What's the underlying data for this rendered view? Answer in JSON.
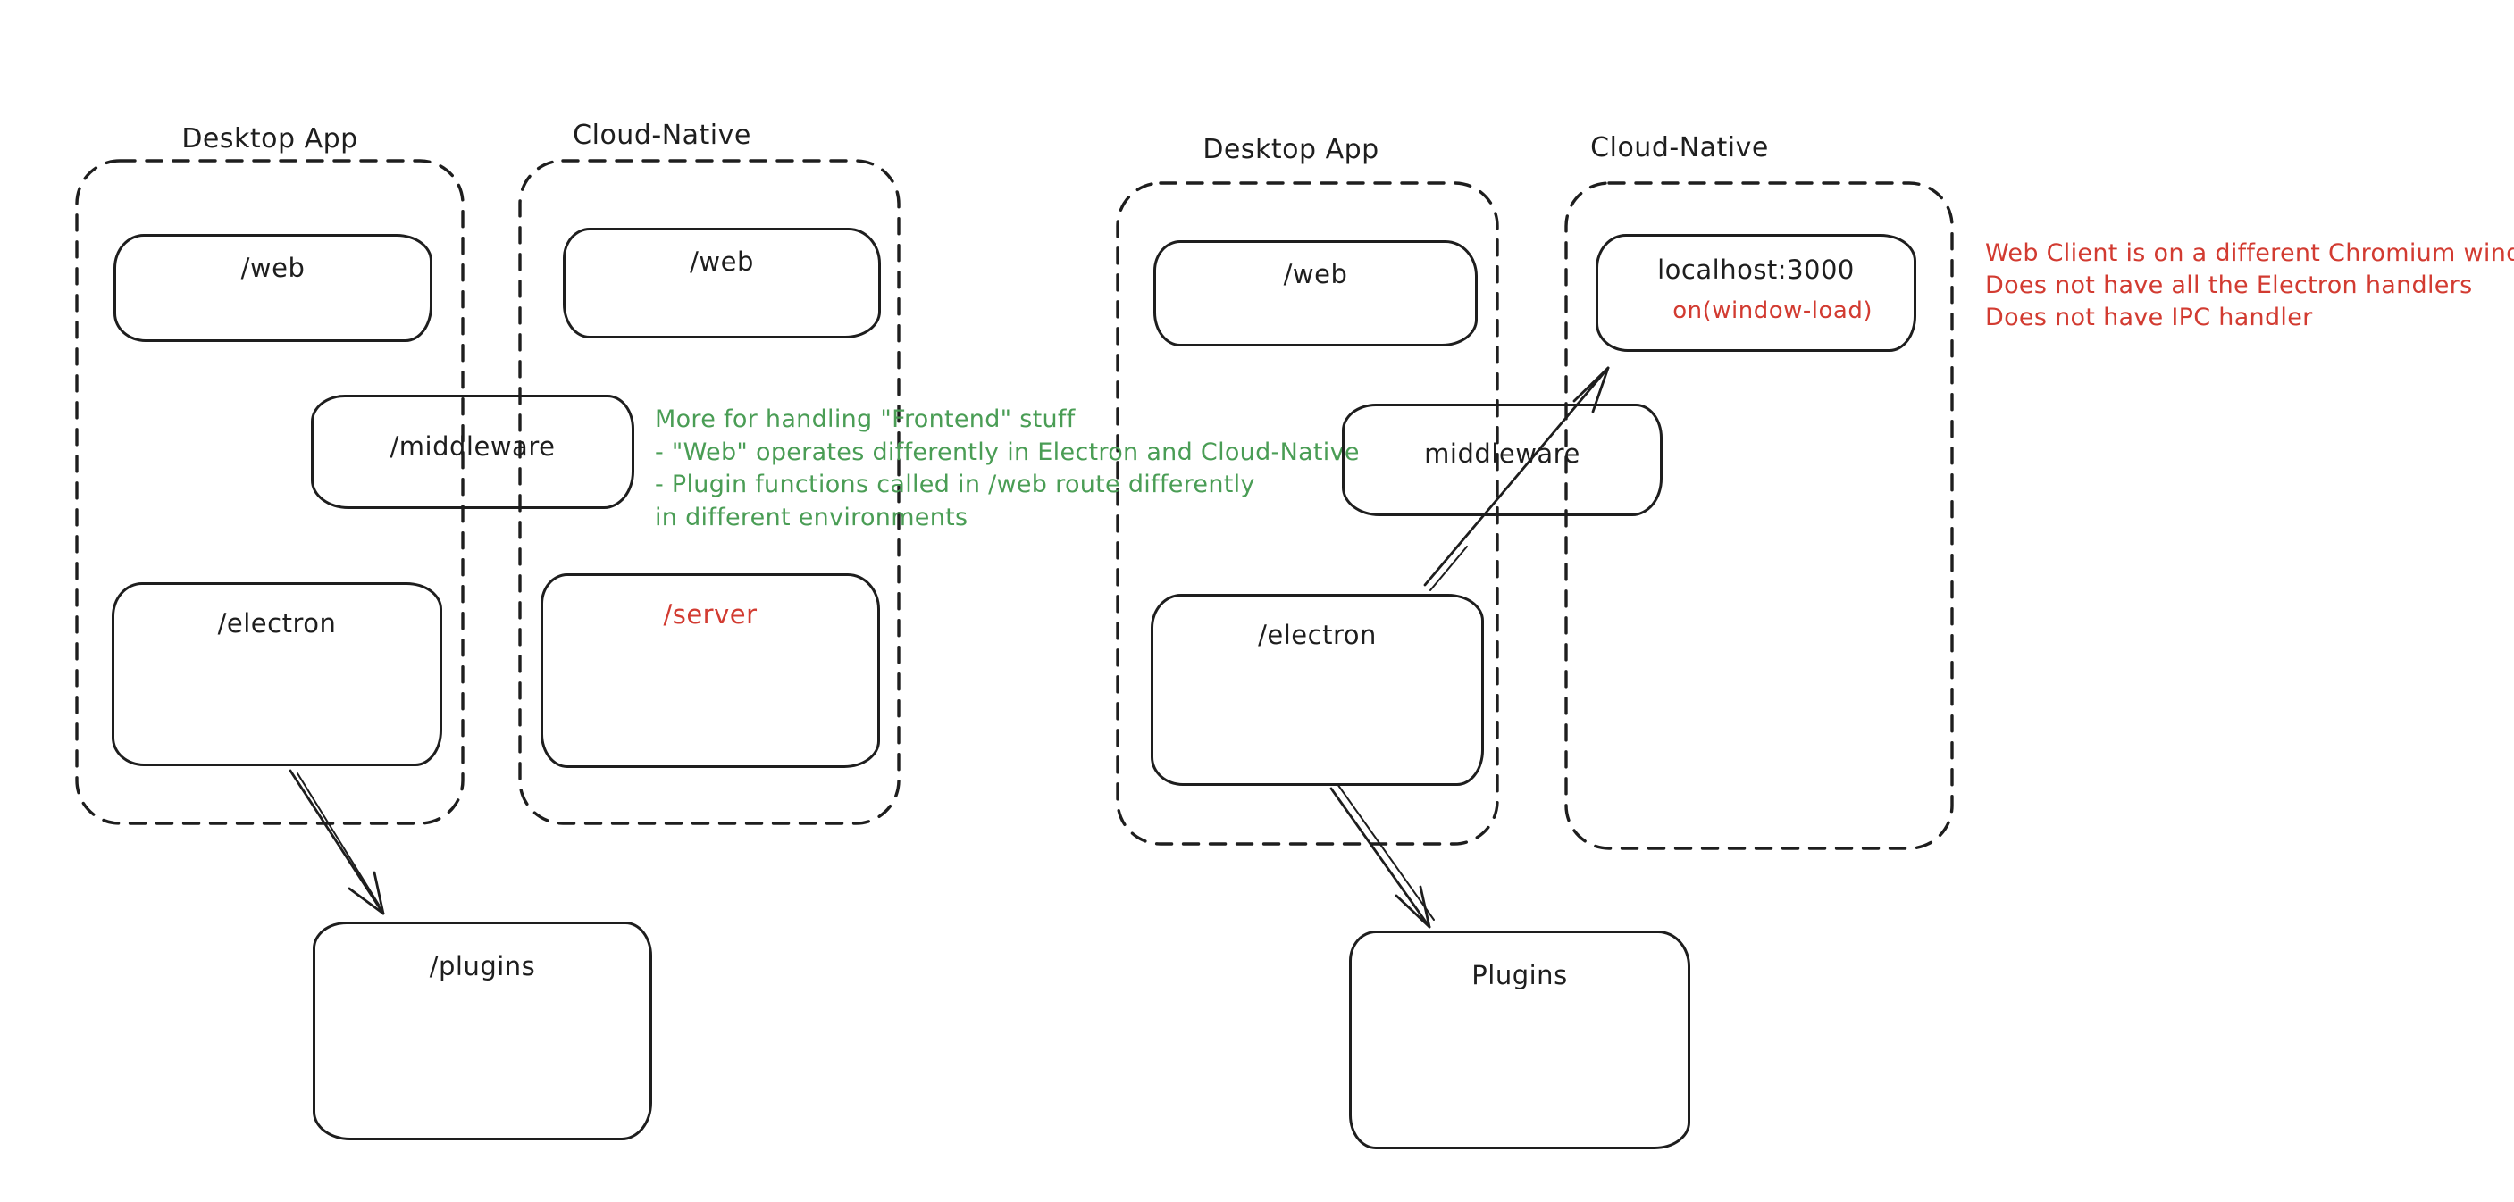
{
  "colors": {
    "stroke": "#1e1e1e",
    "green": "#4a9d55",
    "red": "#d23b31"
  },
  "left_diagram": {
    "desktop_app": {
      "title": "Desktop App",
      "web_label": "/web",
      "electron_label": "/electron"
    },
    "cloud_native": {
      "title": "Cloud-Native",
      "web_label": "/web",
      "server_label": "/server"
    },
    "middleware_label": "/middleware",
    "plugins_label": "/plugins",
    "note": {
      "lines": [
        "More for handling \"Frontend\" stuff",
        "- \"Web\" operates differently in Electron and Cloud-Native",
        "- Plugin functions called in /web route differently",
        "in different environments"
      ]
    }
  },
  "right_diagram": {
    "desktop_app": {
      "title": "Desktop App",
      "web_label": "/web",
      "electron_label": "/electron"
    },
    "cloud_native": {
      "title": "Cloud-Native",
      "localhost_label": "localhost:3000",
      "on_window_load_label": "on(window-load)"
    },
    "middleware_label": "middleware",
    "plugins_label": "Plugins",
    "note": {
      "lines": [
        "Web Client is on a different Chromium window",
        "Does not have all the Electron handlers",
        "Does not have IPC handler"
      ]
    }
  }
}
